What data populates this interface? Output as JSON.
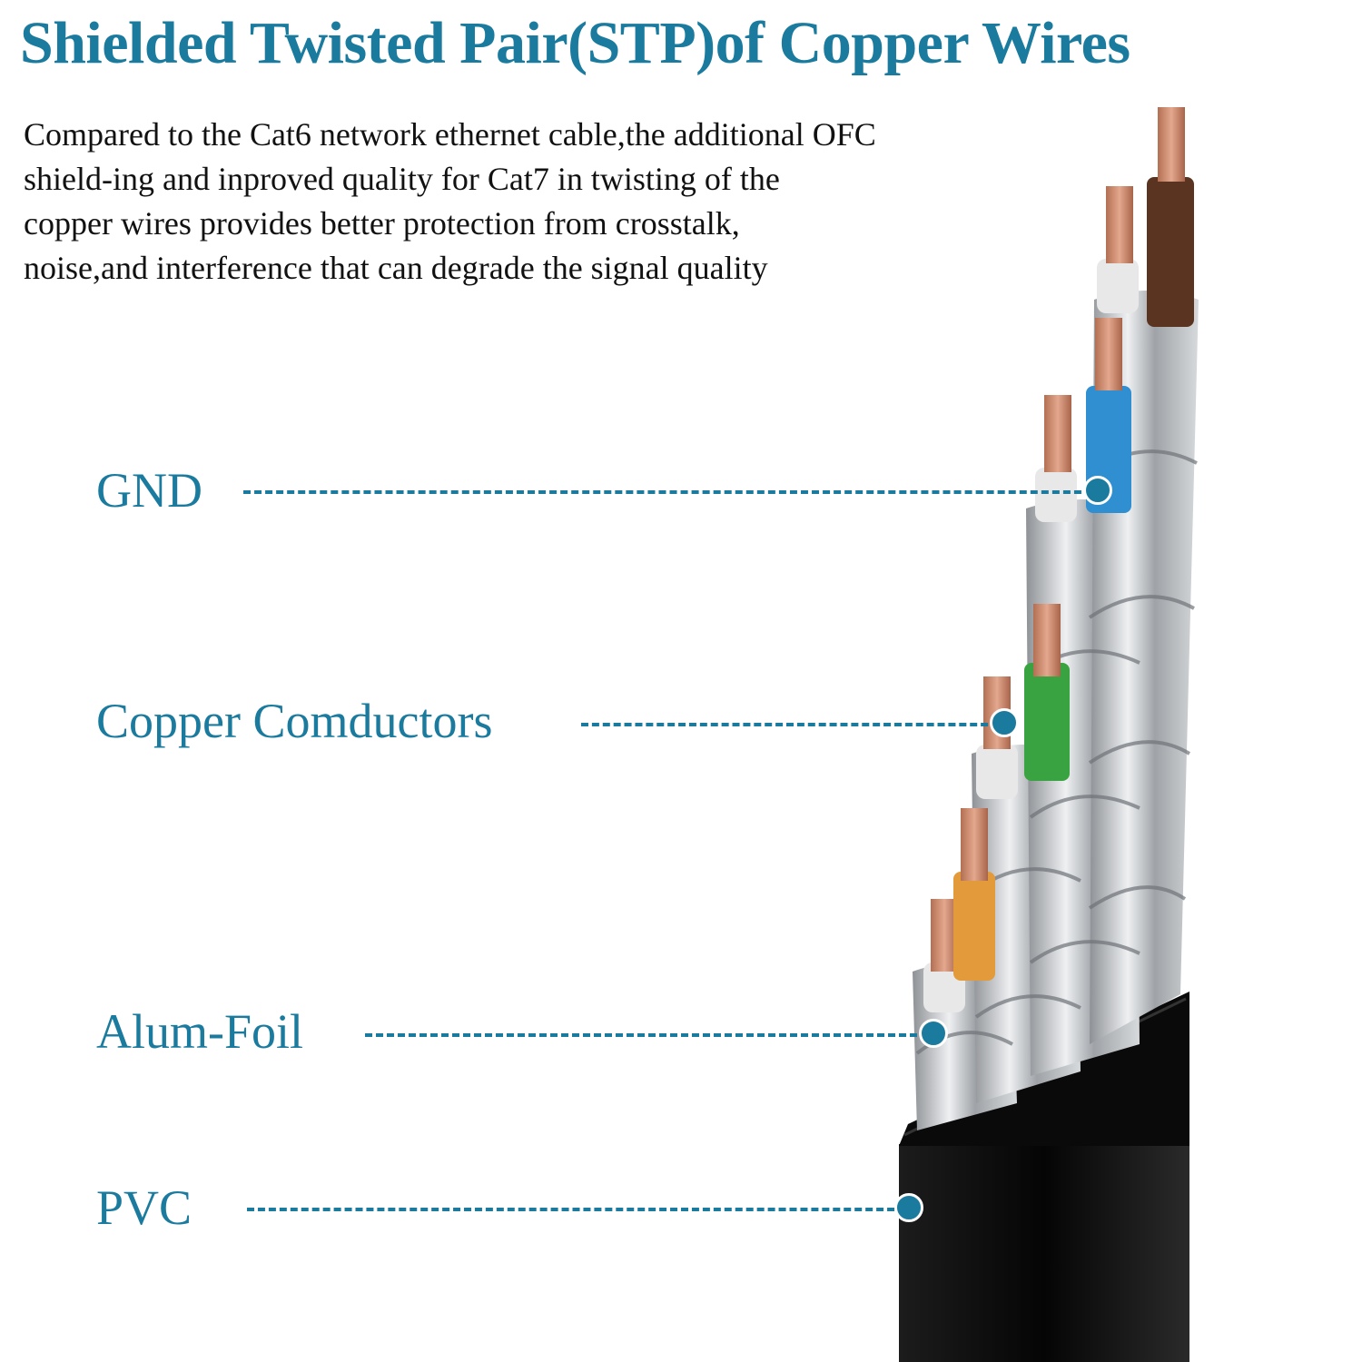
{
  "title": "Shielded Twisted Pair(STP)of Copper Wires",
  "description": {
    "lines": [
      "Compared to the Cat6 network ethernet cable,the additional OFC",
      "shield-ing and inproved quality for Cat7 in twisting of the",
      "copper wires provides better protection from crosstalk,",
      "noise,and interference that can degrade the signal quality"
    ]
  },
  "labels": {
    "gnd": "GND",
    "copper": "Copper Comductors",
    "foil": "Alum-Foil",
    "pvc": "PVC"
  },
  "colors": {
    "accent": "#1a7b9e",
    "jacket": "#111111",
    "copper": "#c9876a",
    "foil": "#b9bcbf",
    "wire_white": "#e8e8e8",
    "wire_brown": "#5a3420",
    "wire_blue": "#2f8fd0",
    "wire_green": "#3aa341",
    "wire_orange": "#e39a3a"
  }
}
